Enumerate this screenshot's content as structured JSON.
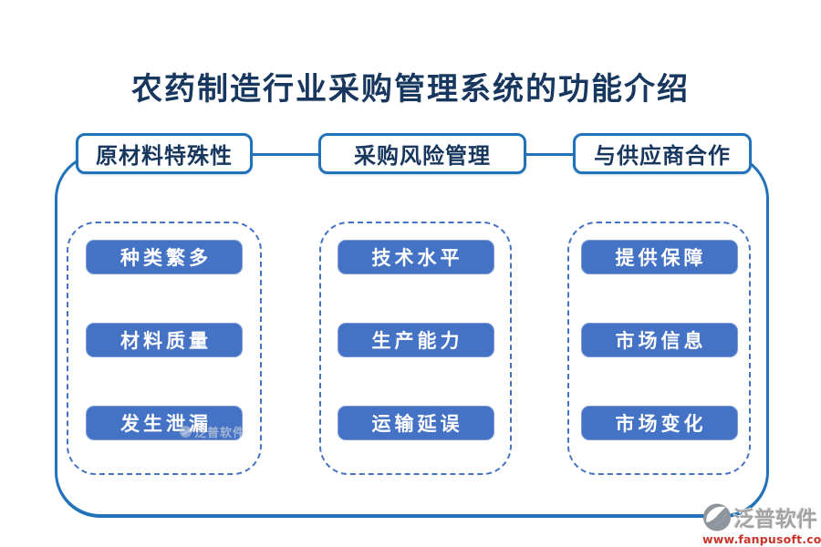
{
  "title": "农药制造行业采购管理系统的功能介绍",
  "colors": {
    "title_text": "#17375E",
    "container_border": "#2272B9",
    "header_border": "#2272B9",
    "header_text": "#17375E",
    "dashed_border": "#4472C4",
    "button_fill": "#4472C4",
    "button_text": "#FFFFFF",
    "brand_text": "#A3A3A3",
    "brand_url": "#C9342A"
  },
  "columns": [
    {
      "header": "原材料特殊性",
      "items": [
        "种类繁多",
        "材料质量",
        "发生泄漏"
      ]
    },
    {
      "header": "采购风险管理",
      "items": [
        "技术水平",
        "生产能力",
        "运输延误"
      ]
    },
    {
      "header": "与供应商合作",
      "items": [
        "提供保障",
        "市场信息",
        "市场变化"
      ]
    }
  ],
  "watermark": {
    "text": "泛普软件"
  },
  "footer": {
    "brand": "泛普软件",
    "url": "www.fanpusoft.com"
  }
}
